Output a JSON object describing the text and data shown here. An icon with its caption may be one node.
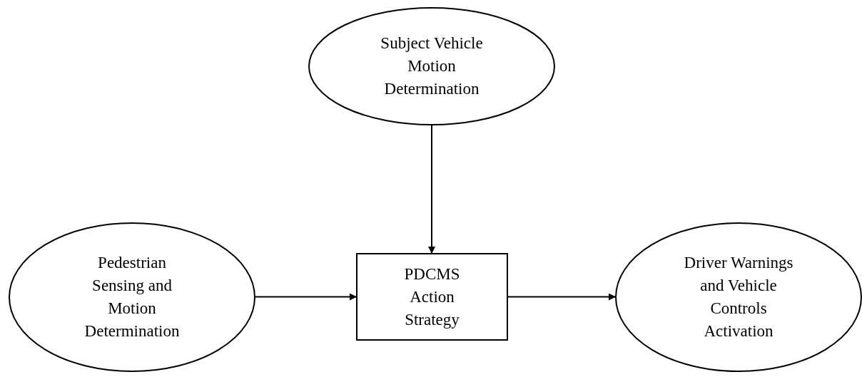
{
  "diagram": {
    "nodes": [
      {
        "text": [
          "Subject Vehicle Motion Determination"
        ]
      },
      {
        "text": [
          "Pedestrian Sensing and Motion Determination"
        ]
      },
      {
        "text": [
          "PDCMS Action Strategy"
        ]
      },
      {
        "text": [
          "Driver Warnings and Vehicle Controls Activation"
        ]
      }
    ],
    "edges": [
      {
        "from": 0,
        "to": 2,
        "arrow": "to"
      },
      {
        "from": 1,
        "to": 2,
        "arrow": "to"
      },
      {
        "from": 2,
        "to": 3,
        "arrow": "to"
      }
    ]
  }
}
